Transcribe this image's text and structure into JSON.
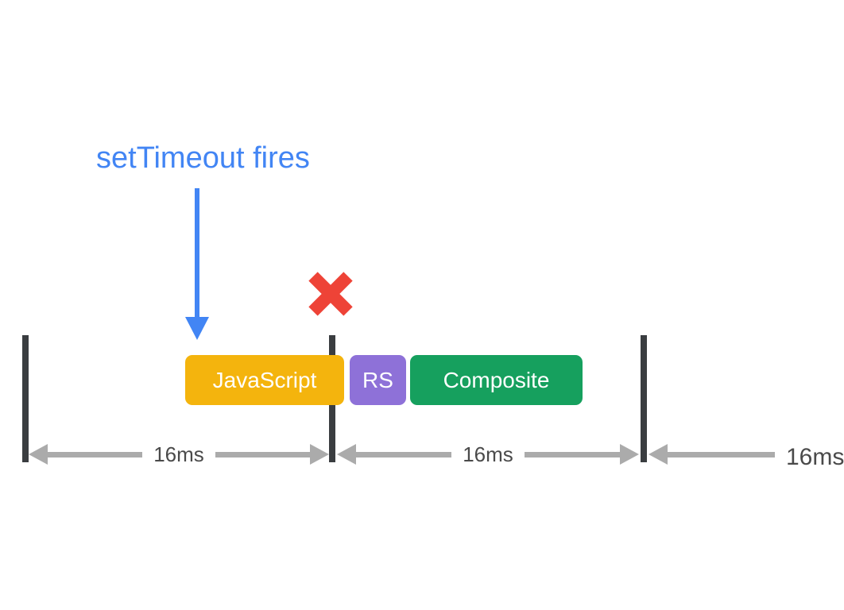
{
  "callout": {
    "label": "setTimeout fires",
    "color": "#4285F4"
  },
  "missed_frame": {
    "icon": "x-icon",
    "color": "#EE4337"
  },
  "timeline": {
    "bar_color": "#3A3D40",
    "tasks": [
      {
        "label": "JavaScript",
        "color": "#F4B40D"
      },
      {
        "label": "RS",
        "color": "#8E71D8"
      },
      {
        "label": "Composite",
        "color": "#16A05E"
      }
    ],
    "intervals": [
      {
        "label": "16ms"
      },
      {
        "label": "16ms"
      },
      {
        "label": "16ms",
        "visible_text": "16"
      }
    ],
    "arrow_color": "#ABABAB",
    "label_color": "#4A4A4A"
  }
}
